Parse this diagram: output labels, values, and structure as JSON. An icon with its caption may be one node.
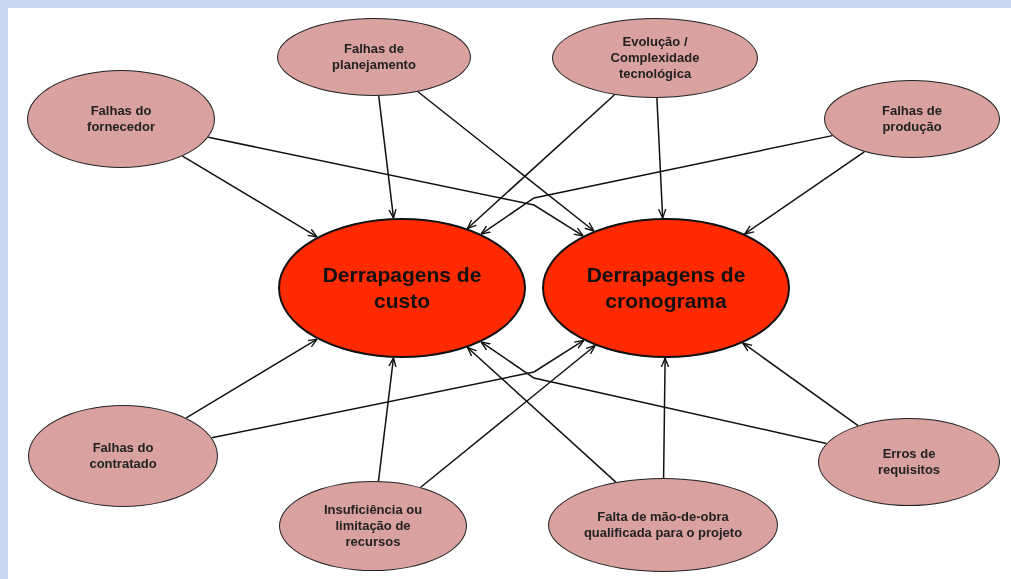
{
  "diagram": {
    "nodes": [
      {
        "text": [
          "Falhas de planejamento"
        ]
      },
      {
        "text": [
          "Evolução / Complexidade tecnológica"
        ]
      },
      {
        "text": [
          "Falhas do fornecedor"
        ]
      },
      {
        "text": [
          "Falhas de produção"
        ]
      },
      {
        "text": [
          "Derrapagens de custo"
        ]
      },
      {
        "text": [
          "Derrapagens de cronograma"
        ]
      },
      {
        "text": [
          "Falhas do contratado"
        ]
      },
      {
        "text": [
          "Erros de requisitos"
        ]
      },
      {
        "text": [
          "Insuficiência ou limitação de recursos"
        ]
      },
      {
        "text": [
          "Falta de mão-de-obra qualificada para o projeto"
        ]
      }
    ],
    "edges": [
      {
        "from": 0,
        "to": 4,
        "arrow": "to"
      },
      {
        "from": 0,
        "to": 5,
        "arrow": "to"
      },
      {
        "from": 1,
        "to": 4,
        "arrow": "to"
      },
      {
        "from": 1,
        "to": 5,
        "arrow": "to"
      },
      {
        "from": 2,
        "to": 4,
        "arrow": "to"
      },
      {
        "from": 2,
        "to": 5,
        "arrow": "to"
      },
      {
        "from": 3,
        "to": 4,
        "arrow": "to"
      },
      {
        "from": 3,
        "to": 5,
        "arrow": "to"
      },
      {
        "from": 6,
        "to": 4,
        "arrow": "to"
      },
      {
        "from": 6,
        "to": 5,
        "arrow": "to"
      },
      {
        "from": 7,
        "to": 4,
        "arrow": "to"
      },
      {
        "from": 7,
        "to": 5,
        "arrow": "to"
      },
      {
        "from": 8,
        "to": 4,
        "arrow": "to"
      },
      {
        "from": 8,
        "to": 5,
        "arrow": "to"
      },
      {
        "from": 9,
        "to": 4,
        "arrow": "to"
      },
      {
        "from": 9,
        "to": 5,
        "arrow": "to"
      }
    ]
  }
}
